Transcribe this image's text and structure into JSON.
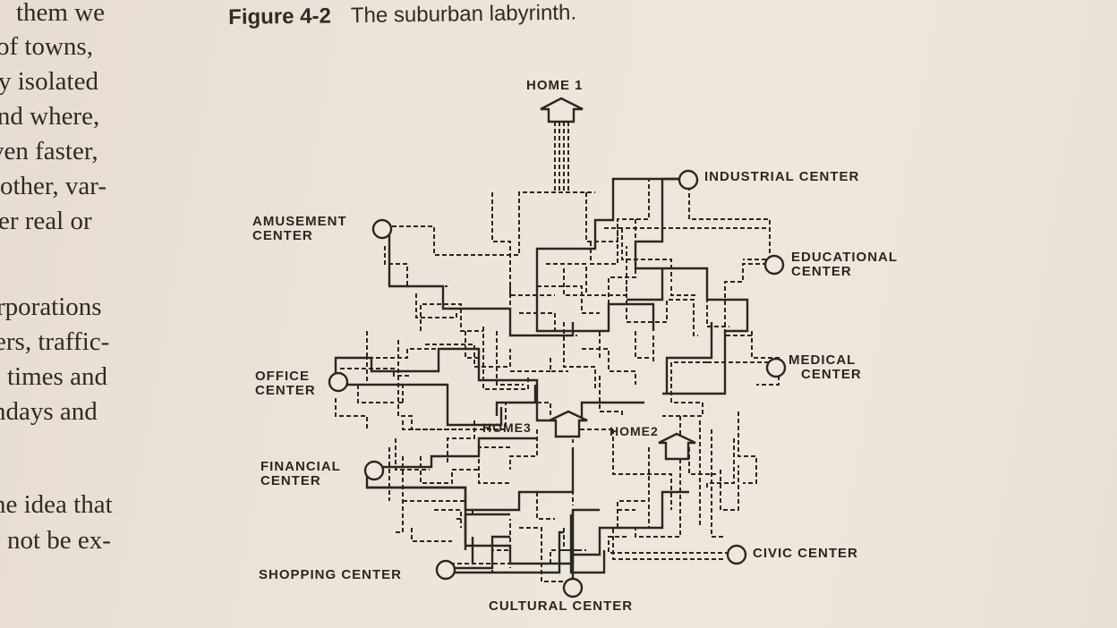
{
  "left_column_text": [
    "them we",
    "of towns,",
    "y isolated",
    "and where,",
    "ven faster,",
    "other, var-",
    "er real or",
    "rporations",
    "ers, traffic-",
    "times and",
    "ndays and",
    "ne idea that",
    "not be ex-"
  ],
  "caption": {
    "figure_number": "Figure 4-2",
    "title": "The suburban labyrinth."
  },
  "nodes": {
    "home1": "HOME 1",
    "home2": "HOME2",
    "home3": "HOME3",
    "industrial": "INDUSTRIAL CENTER",
    "amusement_line1": "AMUSEMENT",
    "amusement_line2": "CENTER",
    "educational_line1": "EDUCATIONAL",
    "educational_line2": "CENTER",
    "medical_line1": "MEDICAL",
    "medical_line2": "CENTER",
    "office_line1": "OFFICE",
    "office_line2": "CENTER",
    "financial_line1": "FINANCIAL",
    "financial_line2": "CENTER",
    "shopping": "SHOPPING CENTER",
    "civic": "CIVIC CENTER",
    "cultural": "CULTURAL CENTER"
  }
}
